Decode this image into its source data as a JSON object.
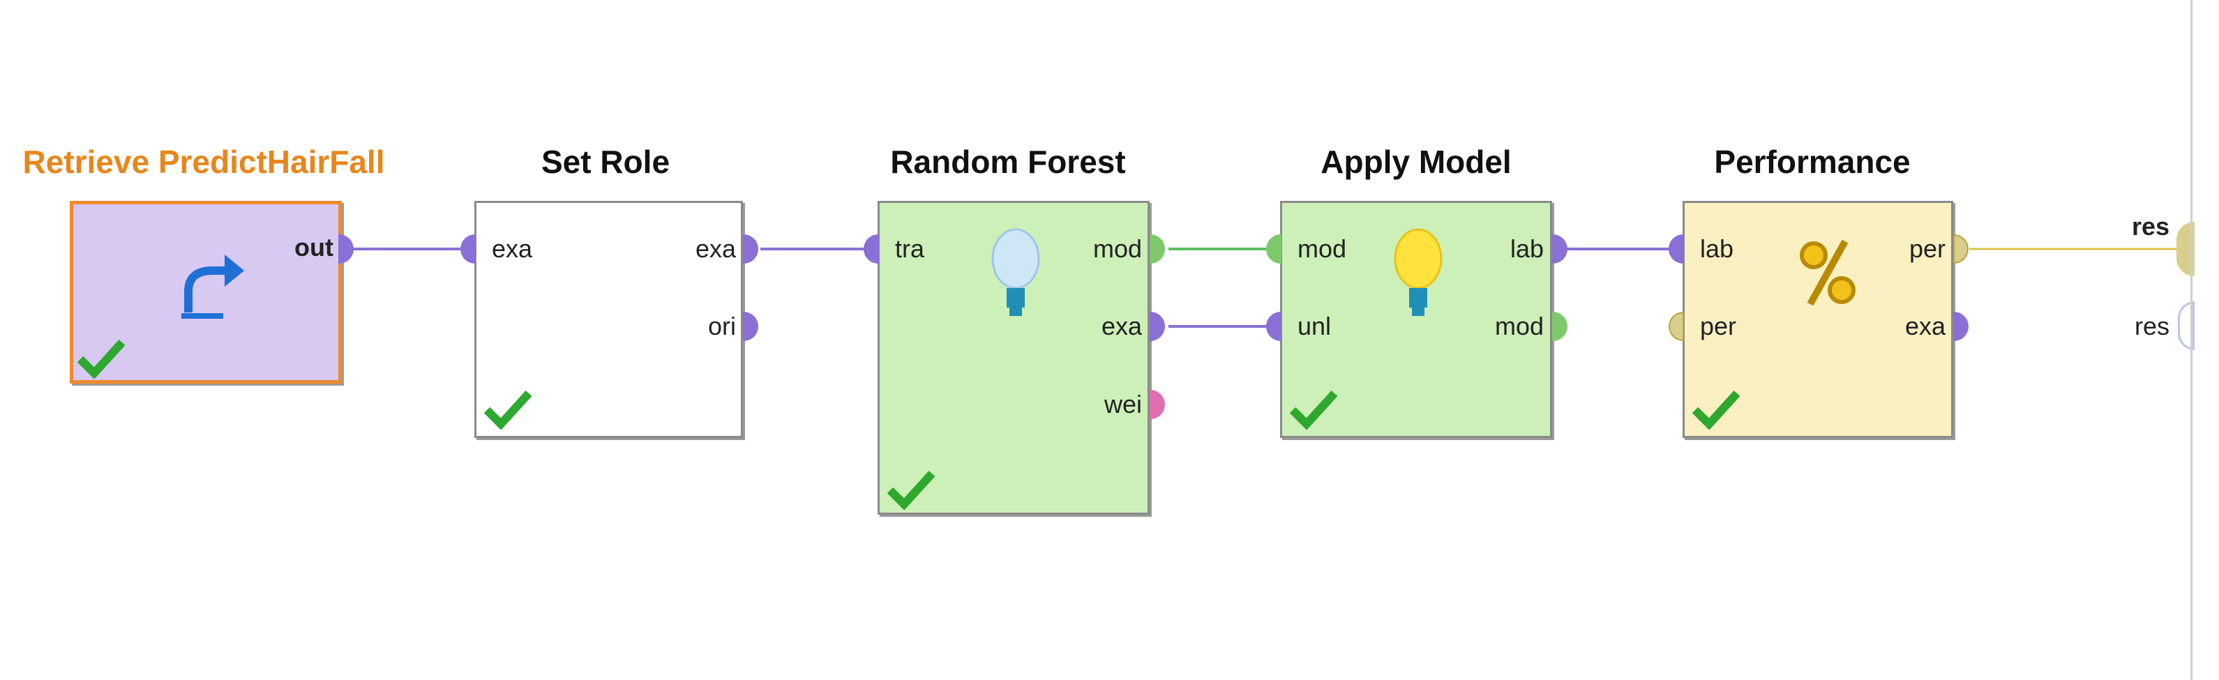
{
  "operators": [
    {
      "id": "retrieve",
      "title": "Retrieve PredictHairFall",
      "selected": true,
      "icon": "retrieve-arrow-icon",
      "in_ports": [],
      "out_ports": [
        {
          "label": "out",
          "color": "#8a6fd6"
        }
      ]
    },
    {
      "id": "set-role",
      "title": "Set Role",
      "icon": "",
      "in_ports": [
        {
          "label": "exa",
          "color": "#8a6fd6"
        }
      ],
      "out_ports": [
        {
          "label": "exa",
          "color": "#8a6fd6"
        },
        {
          "label": "ori",
          "color": "#8a6fd6"
        }
      ]
    },
    {
      "id": "random-forest",
      "title": "Random Forest",
      "icon": "lightbulb-blue-icon",
      "in_ports": [
        {
          "label": "tra",
          "color": "#8a6fd6"
        }
      ],
      "out_ports": [
        {
          "label": "mod",
          "color": "#7ec96b"
        },
        {
          "label": "exa",
          "color": "#8a6fd6"
        },
        {
          "label": "wei",
          "color": "#e06fb2"
        }
      ]
    },
    {
      "id": "apply-model",
      "title": "Apply Model",
      "icon": "lightbulb-yellow-icon",
      "in_ports": [
        {
          "label": "mod",
          "color": "#7ec96b"
        },
        {
          "label": "unl",
          "color": "#8a6fd6"
        }
      ],
      "out_ports": [
        {
          "label": "lab",
          "color": "#8a6fd6"
        },
        {
          "label": "mod",
          "color": "#7ec96b"
        }
      ]
    },
    {
      "id": "performance",
      "title": "Performance",
      "icon": "percent-icon",
      "in_ports": [
        {
          "label": "lab",
          "color": "#8a6fd6"
        },
        {
          "label": "per",
          "color": "#d9cf8c"
        }
      ],
      "out_ports": [
        {
          "label": "per",
          "color": "#d9cf8c"
        },
        {
          "label": "exa",
          "color": "#8a6fd6"
        }
      ]
    }
  ],
  "result_ports": [
    {
      "label": "res",
      "color": "#d9cf8c"
    },
    {
      "label": "res",
      "color": "#ffffff"
    }
  ],
  "colors": {
    "retrieve_fill": "#d8c9f2",
    "retrieve_border": "#f08a2c",
    "set_role_fill": "#ffffff",
    "learner_fill": "#cdf0b8",
    "performance_fill": "#fbf0c2",
    "example_connection": "#8a6fd6",
    "model_connection": "#5cc060",
    "performance_connection": "#d9c04a",
    "check": "#2ea82e"
  }
}
